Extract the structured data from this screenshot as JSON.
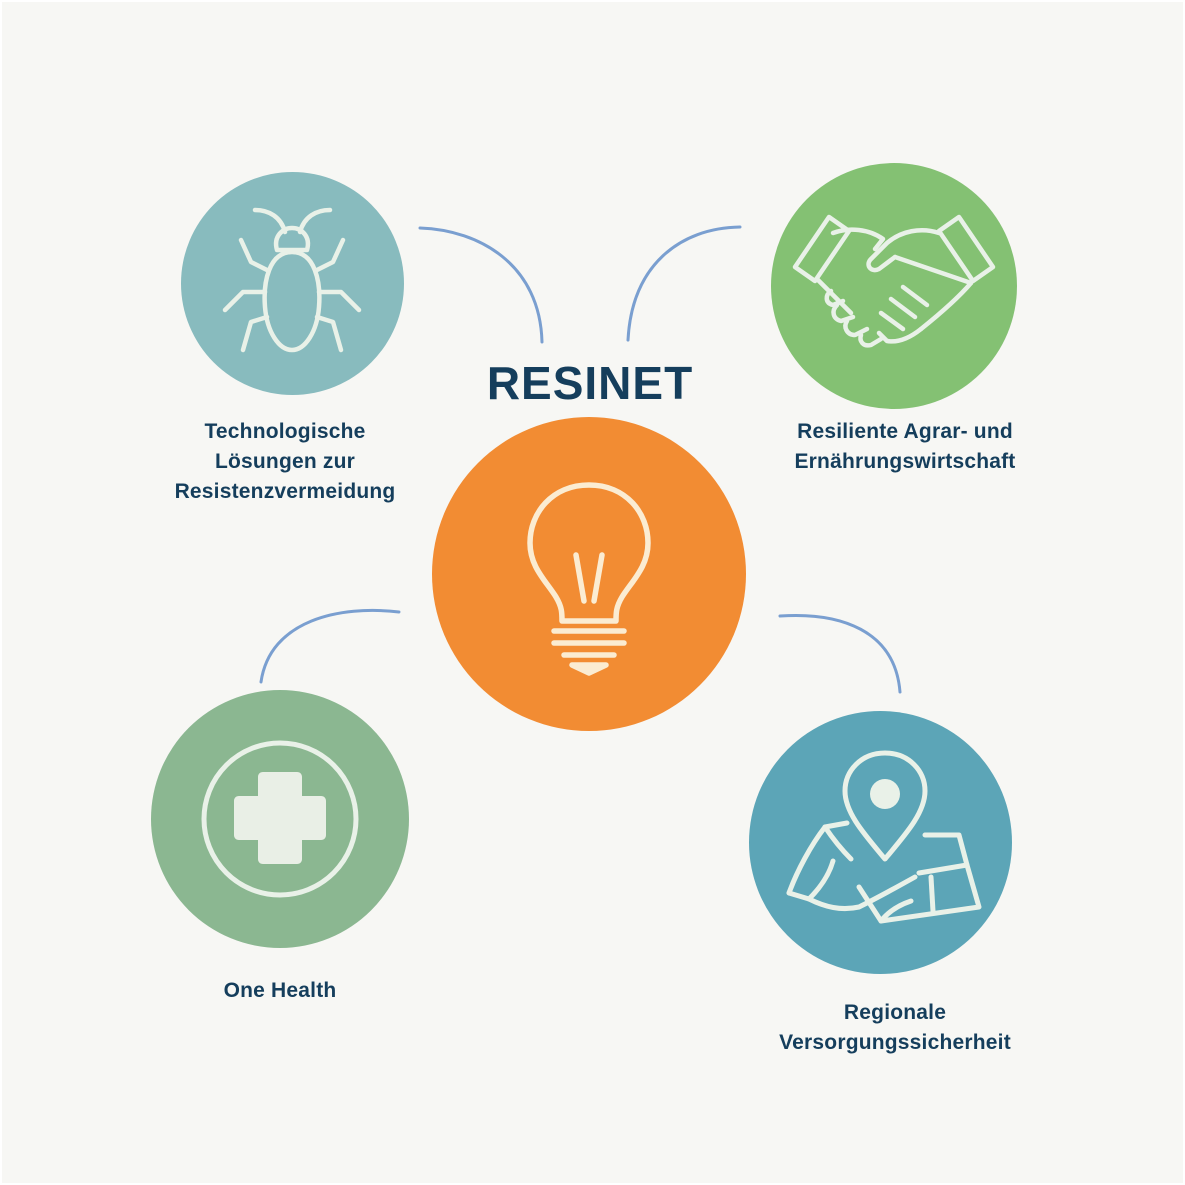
{
  "title": "RESINET",
  "center": {
    "icon": "lightbulb-icon",
    "color": "#f28c33"
  },
  "topics": [
    {
      "id": "tech",
      "lines": [
        "Technologische",
        "Lösungen zur",
        "Resistenzvermeidung"
      ],
      "icon": "beetle-icon",
      "color": "#88bbbe"
    },
    {
      "id": "agrar",
      "lines": [
        "Resiliente Agrar- und",
        "Ernährungswirtschaft"
      ],
      "icon": "handshake-icon",
      "color": "#84c173"
    },
    {
      "id": "health",
      "lines": [
        "One Health"
      ],
      "icon": "medical-cross-icon",
      "color": "#8bb791"
    },
    {
      "id": "regional",
      "lines": [
        "Regionale",
        "Versorgungssicherheit"
      ],
      "icon": "map-pin-icon",
      "color": "#5ca5b7"
    }
  ],
  "colors": {
    "background": "#f7f7f4",
    "text": "#153e5c",
    "connector": "#7a9fd0",
    "icon_stroke": "#e9f1e8"
  }
}
